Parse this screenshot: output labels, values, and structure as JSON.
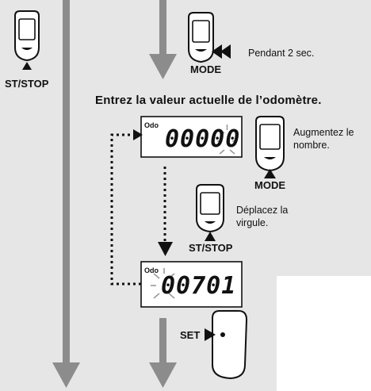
{
  "labels": {
    "st_stop_left": "ST/STOP",
    "hold_duration": "Pendant 2 sec.",
    "mode_top": "MODE",
    "heading": "Entrez la valeur actuelle de l’odomètre.",
    "increase_line1": "Augmentez le",
    "increase_line2": "nombre.",
    "mode_mid": "MODE",
    "move_line1": "Déplacez la",
    "move_line2": "virgule.",
    "st_stop_mid": "ST/STOP",
    "set": "SET"
  },
  "displays": {
    "first": {
      "unit": "Odo",
      "value": "00000"
    },
    "second": {
      "unit": "Odo",
      "value": "00701"
    }
  },
  "icons": [
    "computer-unit-icon",
    "press-arrow-icon",
    "blink-rays-icon",
    "cradle-icon"
  ],
  "colors": {
    "background": "#e6e6e6",
    "arrow": "#8c8c8c",
    "outline": "#111111",
    "screen": "#ffffff"
  }
}
